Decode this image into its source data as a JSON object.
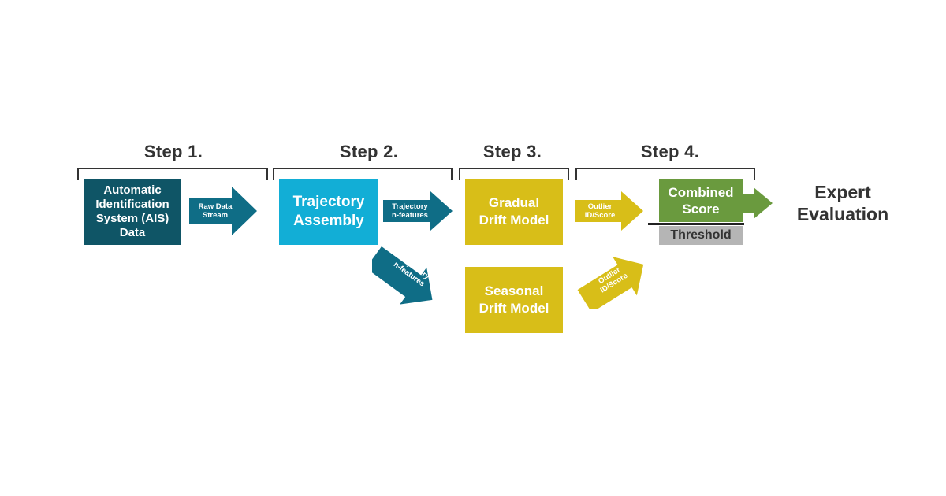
{
  "steps": [
    {
      "label": "Step 1."
    },
    {
      "label": "Step 2."
    },
    {
      "label": "Step 3."
    },
    {
      "label": "Step 4."
    }
  ],
  "nodes": {
    "ais": "Automatic\nIdentification\nSystem (AIS)\nData",
    "trajectory_assembly": "Trajectory\nAssembly",
    "gradual_drift": "Gradual\nDrift Model",
    "seasonal_drift": "Seasonal\nDrift Model",
    "combined_score": "Combined\nScore",
    "threshold": "Threshold",
    "expert_evaluation": "Expert\nEvaluation"
  },
  "arrows": {
    "raw_data_stream": "Raw Data\nStream",
    "trajectory_features_top": "Trajectory\nn-features",
    "trajectory_features_bottom": "Trajectory\nn-features",
    "outlier_top": "Outlier\nID/Score",
    "outlier_bottom": "Outlier\nID/Score"
  },
  "colors": {
    "ais": "#0f5566",
    "arrow_teal": "#0f6d86",
    "trajectory": "#12aed6",
    "drift_yellow": "#d8be18",
    "combined_green": "#6a9a3e",
    "threshold_grey": "#b5b5b5"
  }
}
